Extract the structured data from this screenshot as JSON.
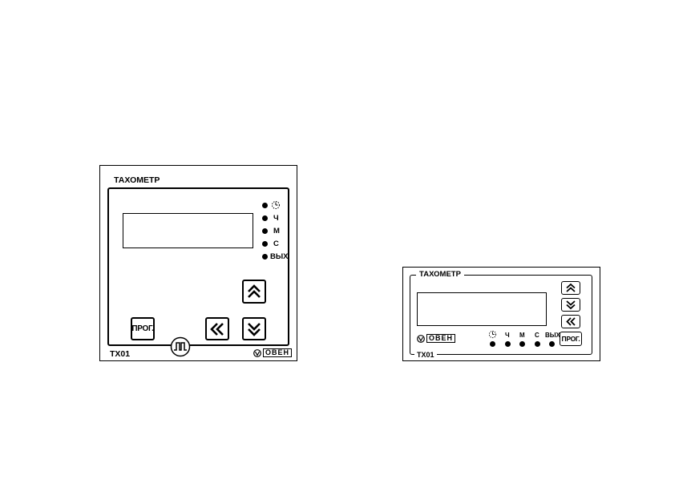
{
  "devices": [
    {
      "title": "ТАХОМЕТР",
      "model": "ТХ01",
      "prog_label": "ПРОГ.",
      "indicators": [
        "Ч",
        "М",
        "С",
        "ВЫХ"
      ],
      "brand": "ОВЕН"
    },
    {
      "title": "ТАХОМЕТР",
      "model": "ТХ01",
      "prog_label": "ПРОГ.",
      "indicators": [
        "Ч",
        "М",
        "С",
        "ВЫХ"
      ],
      "brand": "ОВЕН"
    }
  ],
  "icons": {
    "up": "double-chevron-up-icon",
    "down": "double-chevron-down-icon",
    "left": "double-chevron-left-icon",
    "pulse": "pulse-signal-icon",
    "tick": "tick-timer-icon",
    "logo": "owen-logo"
  }
}
